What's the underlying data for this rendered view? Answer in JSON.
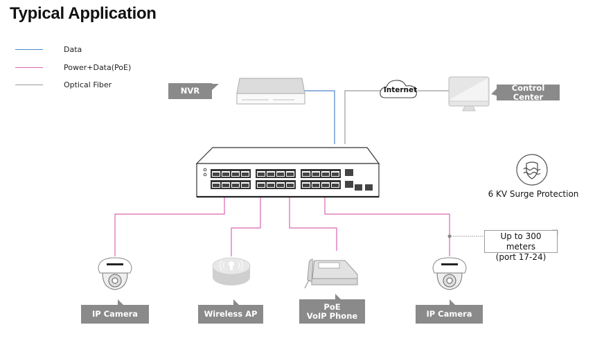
{
  "title": "Typical Application",
  "legend": [
    {
      "label": "Data",
      "color": "#4a86c8"
    },
    {
      "label": "Power+Data(PoE)",
      "color": "#d966b0"
    },
    {
      "label": "Optical Fiber",
      "color": "#9a9a9a"
    }
  ],
  "nodes": {
    "nvr": {
      "label": "NVR"
    },
    "internet": {
      "label": "Internet"
    },
    "control_center": {
      "label": "Control Center"
    },
    "switch": {
      "label": ""
    },
    "camera_left": {
      "label": "IP Camera"
    },
    "wireless_ap": {
      "label": "Wireless AP"
    },
    "voip_phone": {
      "label_line1": "PoE",
      "label_line2": "VoIP Phone"
    },
    "camera_right": {
      "label": "IP Camera"
    }
  },
  "features": {
    "surge": {
      "label": "6 KV Surge Protection",
      "icon": "shield-wave-icon"
    }
  },
  "note": {
    "line1": "Up to 300 meters",
    "line2": "(port 17-24)"
  },
  "colors": {
    "tag_bg": "#8a8a8a",
    "data": "#4a86c8",
    "poe": "#d966b0",
    "fiber": "#9a9a9a"
  }
}
